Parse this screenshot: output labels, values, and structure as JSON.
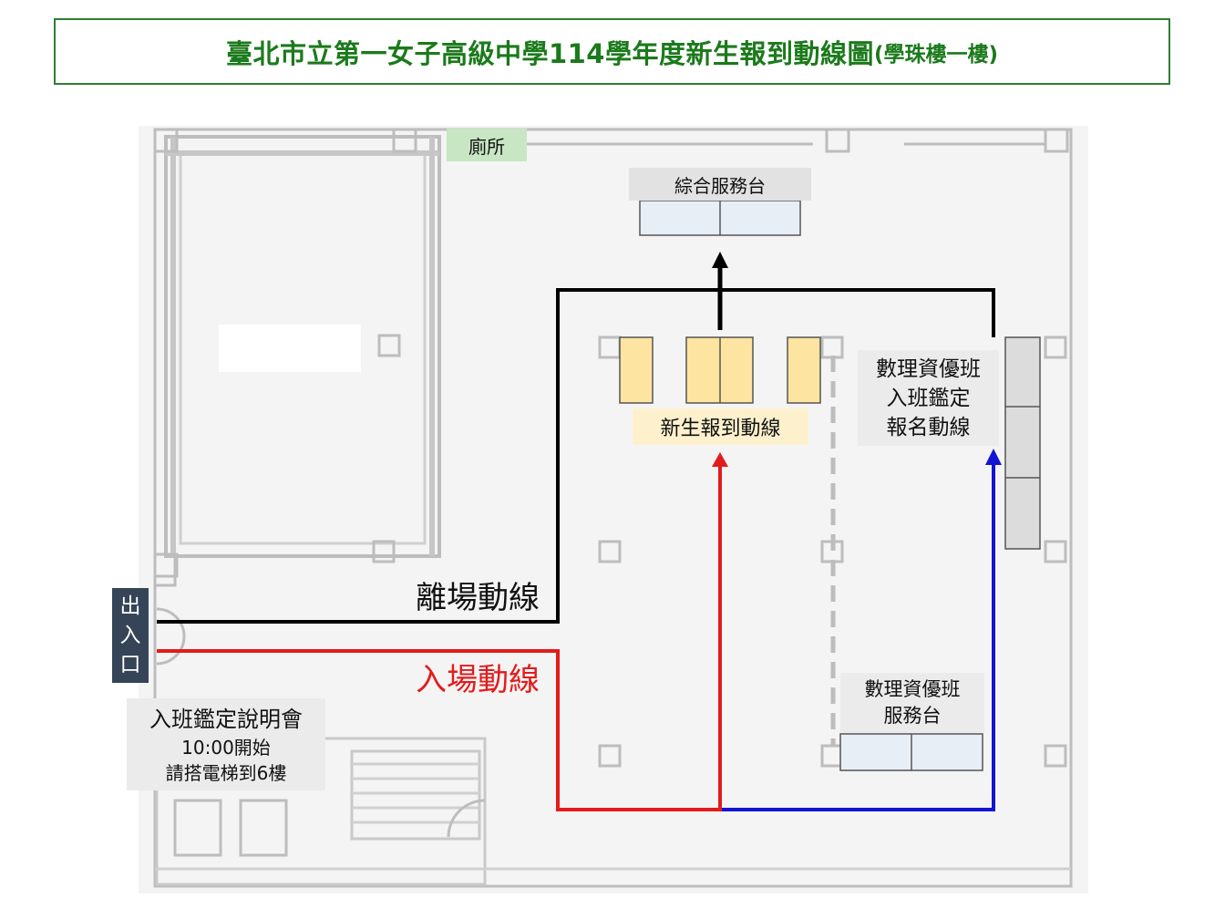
{
  "title": {
    "main": "臺北市立第一女子高級中學114學年度新生報到動線圖",
    "suffix": "(學珠樓一樓)"
  },
  "labels": {
    "toilet": "廁所",
    "service_desk": "綜合服務台",
    "registration_route": "新生報到動線",
    "gifted_registration": [
      "數理資優班",
      "入班鑑定",
      "報名動線"
    ],
    "gifted_desk": [
      "數理資優班",
      "服務台"
    ],
    "briefing": {
      "line1": "入班鑑定說明會",
      "line2": "10:00開始",
      "line3": "請搭電梯到6樓"
    },
    "exit_route": "離場動線",
    "enter_route": "入場動線",
    "entrance": [
      "出",
      "入",
      "口"
    ]
  },
  "colors": {
    "title_green": "#1b7a1b",
    "exit_route": "#000000",
    "enter_route": "#e31b1b",
    "gifted_route": "#1414d4",
    "desk_yellow": "#fde4a0",
    "entrance_bg": "#354457"
  }
}
